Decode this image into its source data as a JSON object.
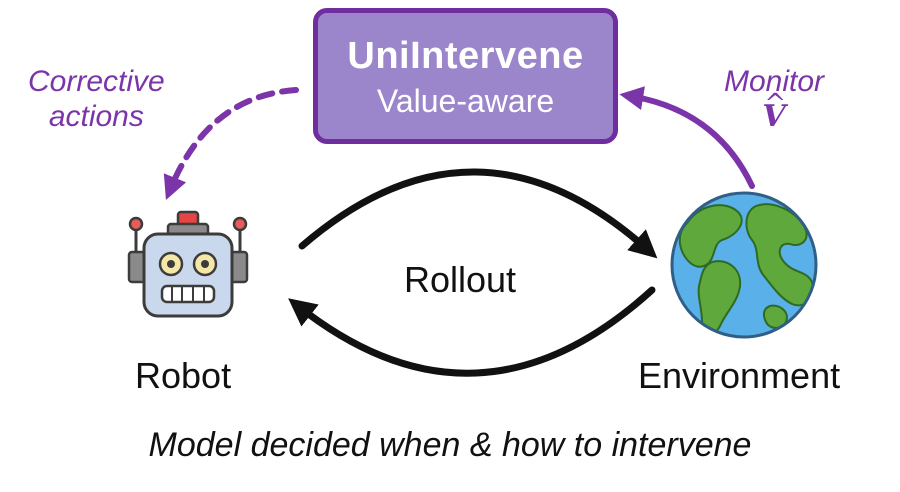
{
  "box": {
    "title": "UniIntervene",
    "subtitle": "Value-aware"
  },
  "left_annotation": {
    "line1": "Corrective",
    "line2": "actions"
  },
  "right_annotation": {
    "line1": "Monitor",
    "symbol": "V",
    "symbol_caret": "^"
  },
  "center_label": "Rollout",
  "robot_label": "Robot",
  "environment_label": "Environment",
  "caption": "Model decided when & how to intervene",
  "icons": {
    "robot": "robot-icon",
    "environment": "earth-globe-icon"
  },
  "colors": {
    "box_fill": "#9b86cc",
    "box_border": "#6f2d9e",
    "accent_purple": "#7b35a8",
    "arrow_black": "#111111",
    "ocean": "#5ab0e8",
    "land": "#5fa83b"
  }
}
